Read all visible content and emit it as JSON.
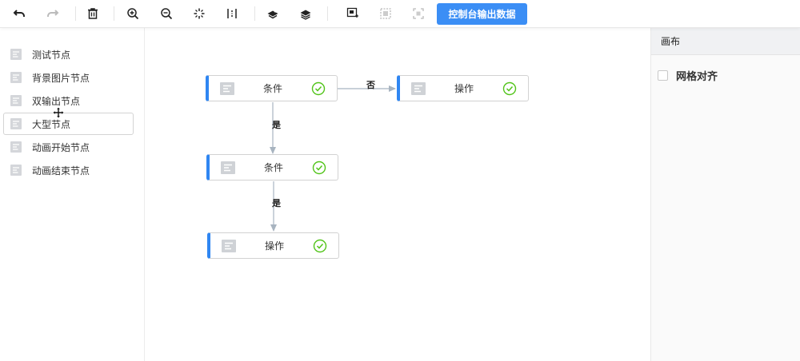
{
  "toolbar": {
    "buttons": [
      {
        "name": "undo-icon"
      },
      {
        "name": "redo-icon"
      },
      {
        "name": "delete-icon"
      },
      {
        "name": "zoom-in-icon"
      },
      {
        "name": "zoom-out-icon"
      },
      {
        "name": "fit-view-icon"
      },
      {
        "name": "actual-size-icon"
      },
      {
        "name": "back-layer-icon"
      },
      {
        "name": "front-layer-icon"
      },
      {
        "name": "multi-select-icon"
      },
      {
        "name": "group-icon"
      },
      {
        "name": "ungroup-icon"
      }
    ],
    "console_output_label": "控制台输出数据"
  },
  "left_panel": {
    "items": [
      {
        "label": "测试节点"
      },
      {
        "label": "背景图片节点"
      },
      {
        "label": "双输出节点"
      },
      {
        "label": "大型节点",
        "active": true
      },
      {
        "label": "动画开始节点"
      },
      {
        "label": "动画结束节点"
      }
    ]
  },
  "canvas": {
    "nodes": [
      {
        "label": "条件",
        "status_icon": "check-circle-icon"
      },
      {
        "label": "操作",
        "status_icon": "check-circle-icon"
      },
      {
        "label": "条件",
        "status_icon": "check-circle-icon"
      },
      {
        "label": "操作",
        "status_icon": "check-circle-icon"
      }
    ],
    "edges": [
      {
        "label": "否"
      },
      {
        "label": "是"
      },
      {
        "label": "是"
      }
    ]
  },
  "right_panel": {
    "header": "画布",
    "grid_align_label": "网格对齐",
    "grid_align_checked": false
  },
  "colors": {
    "primary": "#3b8ef5",
    "node_accent": "#2f86f2",
    "check_green": "#52c41a",
    "edge": "#a8b4c0"
  }
}
